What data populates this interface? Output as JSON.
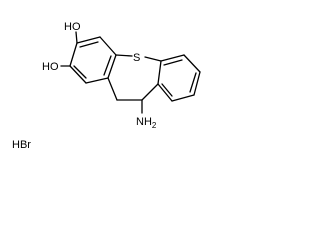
{
  "molecule": {
    "labels": {
      "hydroxyl_top": "HO",
      "hydroxyl_left": "HO",
      "sulfur": "S",
      "amino": "NH",
      "amino_subscript": "2",
      "salt": "HBr"
    }
  }
}
